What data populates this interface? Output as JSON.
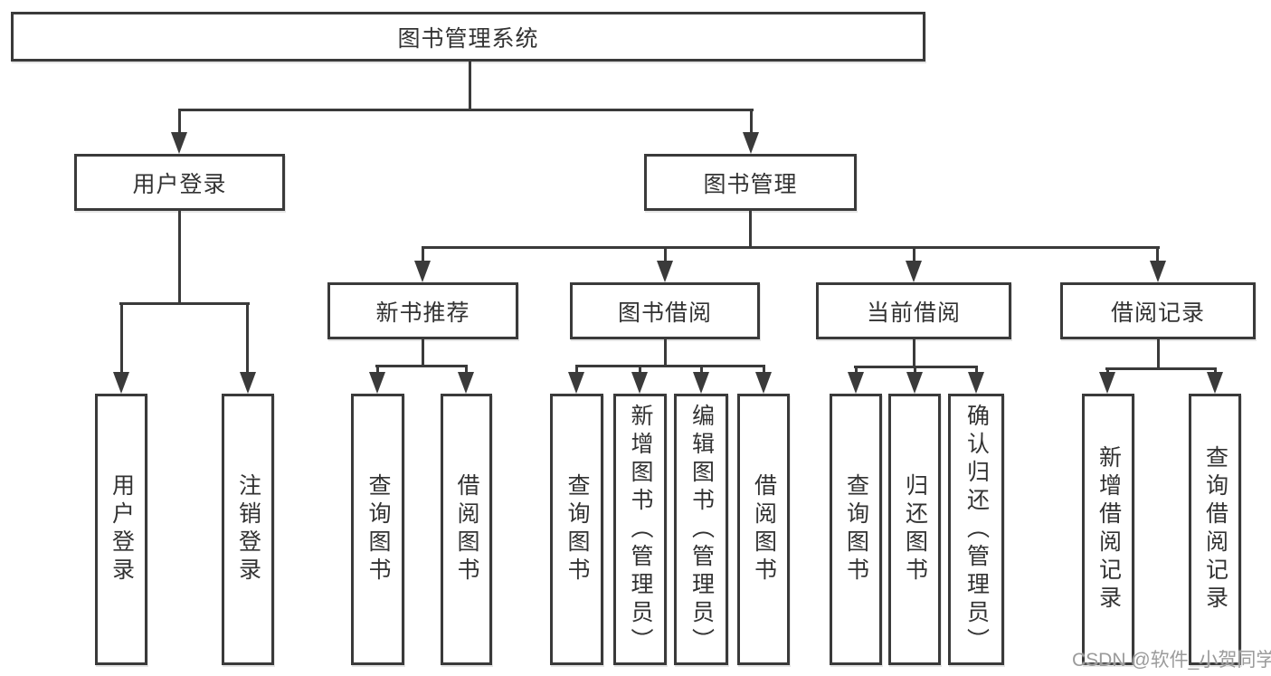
{
  "diagram": {
    "title": "图书管理系统",
    "nodes": {
      "root": "图书管理系统",
      "user_login": "用户登录",
      "book_mgmt": "图书管理",
      "new_book": "新书推荐",
      "book_borrow": "图书借阅",
      "current_borrow": "当前借阅",
      "borrow_record": "借阅记录"
    },
    "leaves": [
      "用户登录",
      "注销登录",
      "查询图书",
      "借阅图书",
      "查询图书",
      "新增图书（管理员）",
      "编辑图书（管理员）",
      "借阅图书",
      "查询图书",
      "归还图书",
      "确认归还（管理员）",
      "新增借阅记录",
      "查询借阅记录"
    ],
    "structure": {
      "root_children": [
        "用户登录",
        "图书管理"
      ],
      "user_login_children": [
        "用户登录",
        "注销登录"
      ],
      "book_mgmt_children": [
        "新书推荐",
        "图书借阅",
        "当前借阅",
        "借阅记录"
      ],
      "new_book_children": [
        "查询图书",
        "借阅图书"
      ],
      "book_borrow_children": [
        "查询图书",
        "新增图书（管理员）",
        "编辑图书（管理员）",
        "借阅图书"
      ],
      "current_borrow_children": [
        "查询图书",
        "归还图书",
        "确认归还（管理员）"
      ],
      "borrow_record_children": [
        "新增借阅记录",
        "查询借阅记录"
      ]
    }
  },
  "watermark": "CSDN @软件_小贺同学",
  "colors": {
    "line": "#3a3a3a",
    "text": "#333333",
    "background": "#ffffff",
    "watermark": "#9b9b9b"
  }
}
